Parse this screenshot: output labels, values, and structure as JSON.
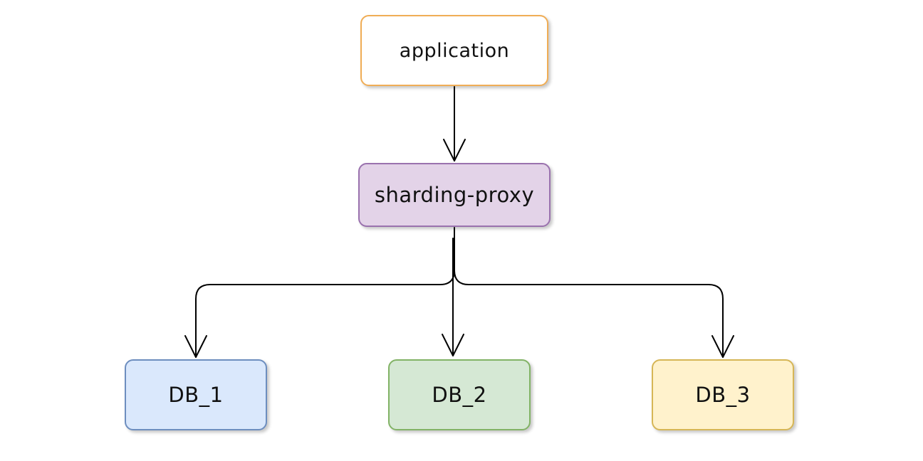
{
  "diagram": {
    "nodes": {
      "application": {
        "label": "application"
      },
      "proxy": {
        "label": "sharding-proxy"
      },
      "db1": {
        "label": "DB_1"
      },
      "db2": {
        "label": "DB_2"
      },
      "db3": {
        "label": "DB_3"
      }
    },
    "edges": [
      {
        "from": "application",
        "to": "sharding-proxy"
      },
      {
        "from": "sharding-proxy",
        "to": "DB_1"
      },
      {
        "from": "sharding-proxy",
        "to": "DB_2"
      },
      {
        "from": "sharding-proxy",
        "to": "DB_3"
      }
    ],
    "colors": {
      "application_border": "#f0ad55",
      "proxy_fill": "#e3d3e8",
      "proxy_border": "#9a72ae",
      "db1_fill": "#dae8fc",
      "db1_border": "#6d8ebf",
      "db2_fill": "#d5e8d4",
      "db2_border": "#82b366",
      "db3_fill": "#fff2cc",
      "db3_border": "#d6b656",
      "edge": "#000000"
    }
  }
}
